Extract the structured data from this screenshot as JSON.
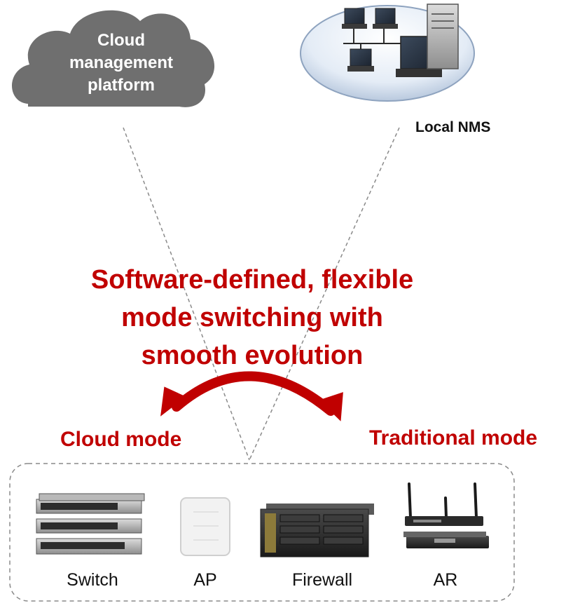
{
  "cloud": {
    "label": "Cloud\nmanagement\nplatform",
    "color": "#6f6f6f",
    "icon": "cloud-icon"
  },
  "nms": {
    "label": "Local NMS",
    "icon": "network-computers-icon"
  },
  "headline": {
    "text": "Software-defined, flexible\nmode switching with\nsmooth evolution",
    "color": "#c00000"
  },
  "modes": {
    "left": "Cloud mode",
    "right": "Traditional mode"
  },
  "devices": [
    {
      "label": "Switch",
      "icon": "switch-icon"
    },
    {
      "label": "AP",
      "icon": "access-point-icon"
    },
    {
      "label": "Firewall",
      "icon": "firewall-icon"
    },
    {
      "label": "AR",
      "icon": "router-icon"
    }
  ]
}
